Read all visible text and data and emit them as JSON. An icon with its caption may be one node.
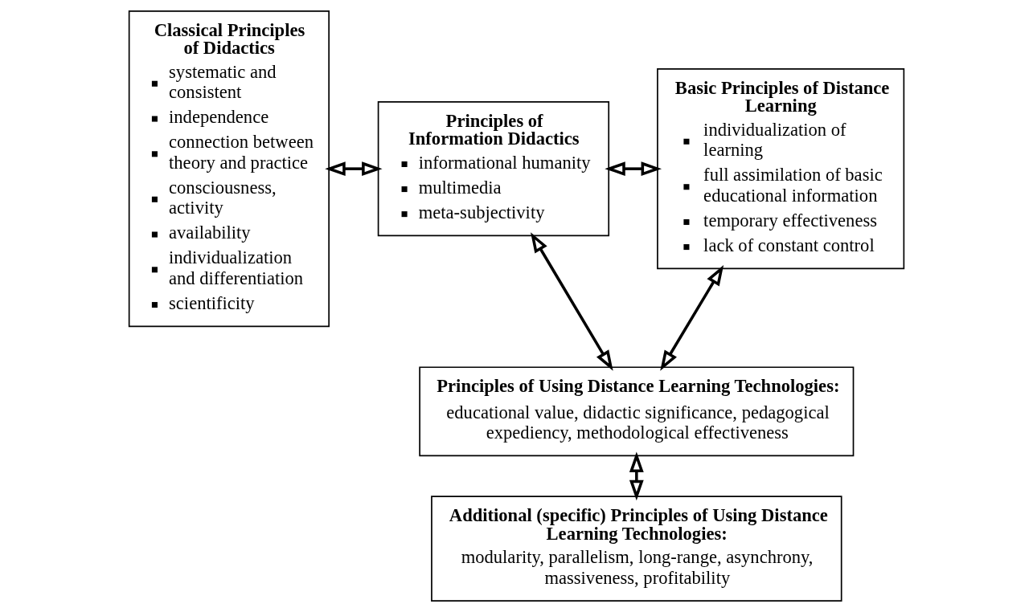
{
  "diagram": {
    "nodes": [
      {
        "text": [
          "Classical Principles of Didactics",
          "systematic and consistent",
          "independence",
          "connection between theory and practice",
          "consciousness, activity",
          "availability",
          "individualization and differentiation",
          "scientificity"
        ]
      },
      {
        "text": [
          "Principles of Information Didactics",
          "informational humanity",
          "multimedia",
          "meta-subjectivity"
        ]
      },
      {
        "text": [
          "Basic Principles of Distance Learning",
          "individualization of learning",
          "full assimilation of basic educational information",
          "temporary effectiveness",
          "lack of constant control"
        ]
      },
      {
        "text": [
          "Principles of Using Distance Learning Technologies:",
          "educational value, didactic significance, pedagogical expediency, methodological effectiveness"
        ]
      },
      {
        "text": [
          "Additional (specific) Principles of Using Distance Learning Technologies:",
          "modularity, parallelism, long-range, asynchrony, massiveness, profitability"
        ]
      }
    ],
    "edges": [
      {
        "from": 0,
        "to": 1,
        "arrow": "both"
      },
      {
        "from": 1,
        "to": 2,
        "arrow": "both"
      },
      {
        "from": 1,
        "to": 3,
        "arrow": "both"
      },
      {
        "from": 2,
        "to": 3,
        "arrow": "both"
      },
      {
        "from": 3,
        "to": 4,
        "arrow": "both"
      }
    ]
  }
}
